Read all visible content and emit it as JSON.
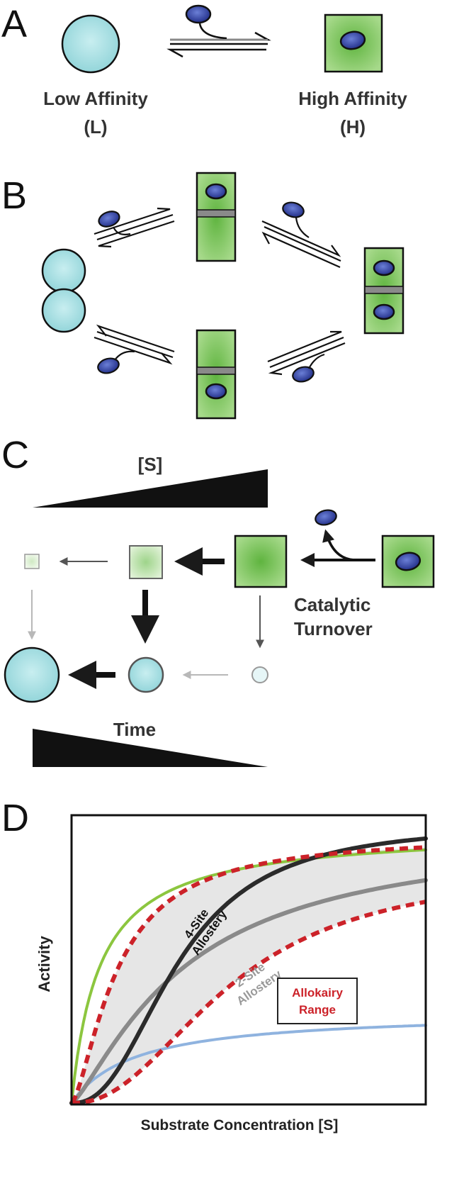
{
  "panels": {
    "a": {
      "letter": "A",
      "low_label": "Low Affinity",
      "low_symbol": "(L)",
      "high_label": "High Affinity",
      "high_symbol": "(H)"
    },
    "b": {
      "letter": "B"
    },
    "c": {
      "letter": "C",
      "substrate_label": "[S]",
      "catalysis_label_line1": "Catalytic",
      "catalysis_label_line2": "Turnover",
      "time_label": "Time"
    },
    "d": {
      "letter": "D",
      "ylabel": "Activity",
      "xlabel": "Substrate Concentration [S]",
      "label_4site_line1": "4-Site",
      "label_4site_line2": "Allostery",
      "label_2site_line1": "2-Site",
      "label_2site_line2": "Allostery",
      "allokairy_line1": "Allokairy",
      "allokairy_line2": "Range"
    }
  },
  "colors": {
    "low_affinity_fill": "#a8dfe2",
    "high_affinity_fill": "#7ec45a",
    "substrate_fill": "#3646a8",
    "curve_green": "#8cc63f",
    "curve_blue": "#8fb3df",
    "curve_dark": "#2b2b2b",
    "curve_gray": "#8a8a8a",
    "range_red": "#cc2229",
    "range_shade": "#e6e6e6"
  },
  "icons": [
    "substrate-ellipse-icon",
    "binding-arrow-icon",
    "equilibrium-arrows-icon",
    "wedge-icon"
  ]
}
